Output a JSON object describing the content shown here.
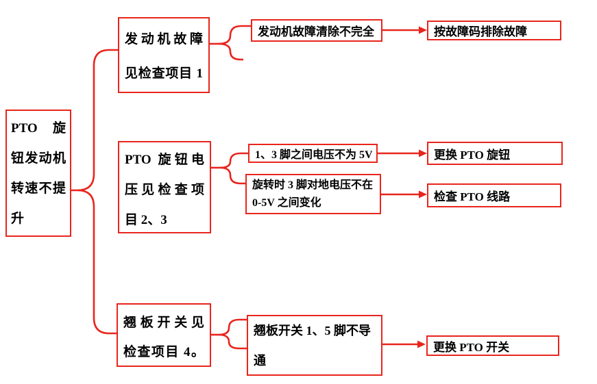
{
  "colors": {
    "accent_red": "#E8251D",
    "text": "#000000",
    "background": "#FFFFFF"
  },
  "diagram_type": "troubleshooting-flowchart",
  "nodes": {
    "root": {
      "lines": [
        "PTO 旋",
        "钮发动机",
        "转速不提",
        "升"
      ]
    },
    "check_engine": {
      "lines": [
        "发动机故障",
        "见检查项目 1"
      ]
    },
    "check_knob": {
      "lines": [
        "PTO 旋钮电",
        "压见检查项",
        "目 2、3"
      ]
    },
    "check_rocker": {
      "lines": [
        "翘板开关见",
        "检查项目 4。"
      ]
    },
    "cause_engine": {
      "lines": [
        "发动机故障清除不完全"
      ]
    },
    "cause_knob_voltage": {
      "lines": [
        "1、3 脚之间电压不为 5V"
      ]
    },
    "cause_knob_ground": {
      "lines": [
        "旋转时 3 脚对地电压不在",
        "0-5V 之间变化"
      ]
    },
    "cause_rocker": {
      "lines": [
        "翘板开关 1、5 脚不导",
        "通"
      ]
    },
    "action_engine": {
      "lines": [
        "按故障码排除故障"
      ]
    },
    "action_knob": {
      "lines": [
        "更换 PTO 旋钮"
      ]
    },
    "action_knob_wiring": {
      "lines": [
        "检查 PTO 线路"
      ]
    },
    "action_rocker": {
      "lines": [
        "更换 PTO 开关"
      ]
    }
  },
  "edges": [
    {
      "from": "root",
      "to": [
        "check_engine",
        "check_knob",
        "check_rocker"
      ],
      "style": "brace"
    },
    {
      "from": "check_engine",
      "to": [
        "cause_engine"
      ],
      "style": "brace"
    },
    {
      "from": "check_knob",
      "to": [
        "cause_knob_voltage",
        "cause_knob_ground"
      ],
      "style": "brace"
    },
    {
      "from": "check_rocker",
      "to": [
        "cause_rocker"
      ],
      "style": "brace"
    },
    {
      "from": "cause_engine",
      "to": [
        "action_engine"
      ],
      "style": "arrow"
    },
    {
      "from": "cause_knob_voltage",
      "to": [
        "action_knob"
      ],
      "style": "arrow"
    },
    {
      "from": "cause_knob_ground",
      "to": [
        "action_knob_wiring"
      ],
      "style": "arrow"
    },
    {
      "from": "cause_rocker",
      "to": [
        "action_rocker"
      ],
      "style": "arrow"
    }
  ]
}
